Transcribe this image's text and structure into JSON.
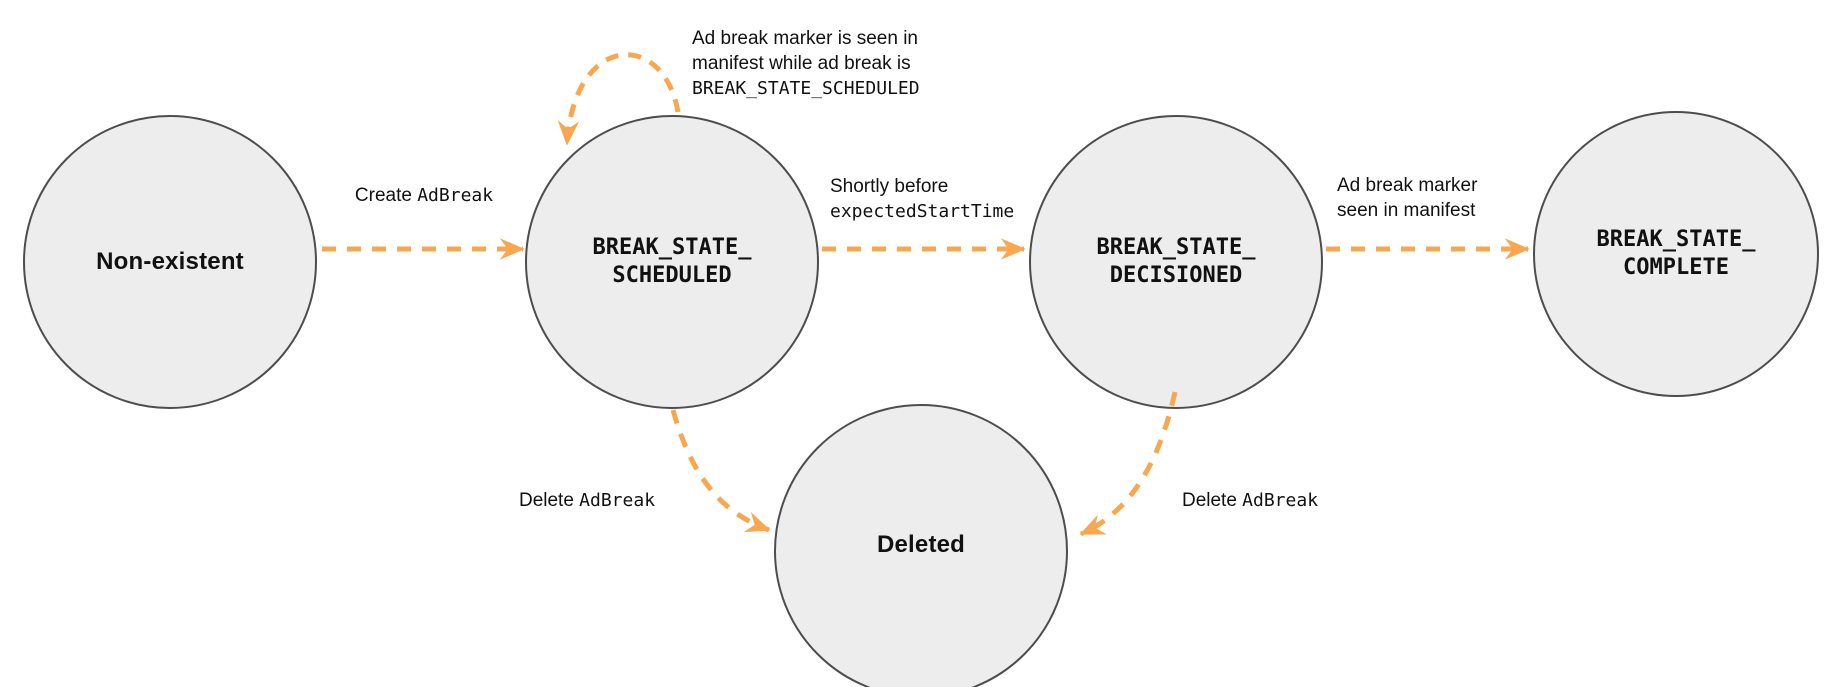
{
  "diagram": {
    "type": "state-machine",
    "colors": {
      "arrow": "#F8A74E",
      "node_fill": "#EDEDED",
      "node_border": "#4D4D4D",
      "text": "#111111"
    },
    "nodes": {
      "non_existent": {
        "label": "Non-existent"
      },
      "scheduled": {
        "line1": "BREAK_STATE_",
        "line2": "SCHEDULED"
      },
      "decisioned": {
        "line1": "BREAK_STATE_",
        "line2": "DECISIONED"
      },
      "complete": {
        "line1": "BREAK_STATE_",
        "line2": "COMPLETE"
      },
      "deleted": {
        "label": "Deleted"
      }
    },
    "edges": {
      "create": {
        "plain": "Create ",
        "code": "AdBreak"
      },
      "self_loop": {
        "line1": "Ad break marker is seen in",
        "line2": "manifest while ad break is",
        "code_line": "BREAK_STATE_SCHEDULED"
      },
      "shortly": {
        "plain": "Shortly before",
        "code": "expectedStartTime"
      },
      "marker_seen": {
        "line1": "Ad break marker",
        "line2": "seen in manifest"
      },
      "delete_left": {
        "plain": "Delete ",
        "code": "AdBreak"
      },
      "delete_right": {
        "plain": "Delete ",
        "code": "AdBreak"
      }
    }
  }
}
